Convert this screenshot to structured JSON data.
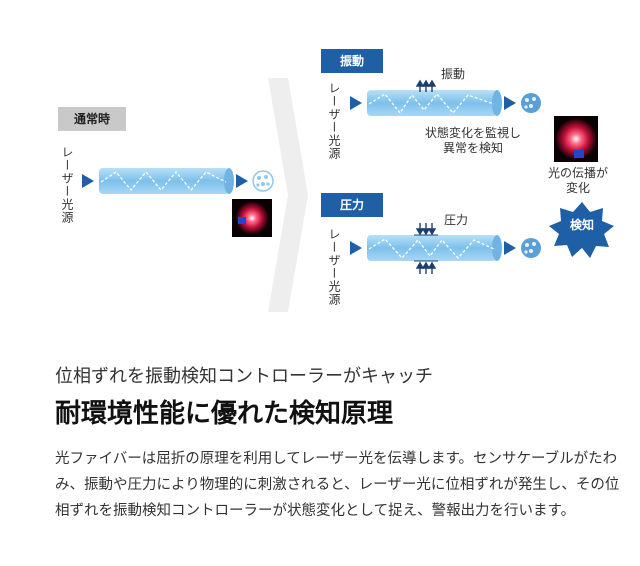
{
  "normal": {
    "tag": "通常時",
    "source_label": "レーザー光源"
  },
  "vibration": {
    "tag": "振動",
    "source_label": "レーザー光源",
    "force_label": "振動",
    "note_line1": "状態変化を監視し",
    "note_line2": "異常を検知"
  },
  "pressure": {
    "tag": "圧力",
    "source_label": "レーザー光源",
    "force_label": "圧力"
  },
  "propagation_note": {
    "line1": "光の伝播が",
    "line2": "変化"
  },
  "detect_badge": "検知",
  "colors": {
    "accent": "#1f5fa6",
    "fiber": "#8fc8ee",
    "gray_tag": "#c9c9c9"
  },
  "subtitle": "位相ずれを振動検知コントローラーがキャッチ",
  "title": "耐環境性能に優れた検知原理",
  "body": "光ファイバーは屈折の原理を利用してレーザー光を伝導します。センサケーブルがたわみ、振動や圧力により物理的に刺激されると、レーザー光に位相ずれが発生し、その位相ずれを振動検知コントローラーが状態変化として捉え、警報出力を行います。"
}
